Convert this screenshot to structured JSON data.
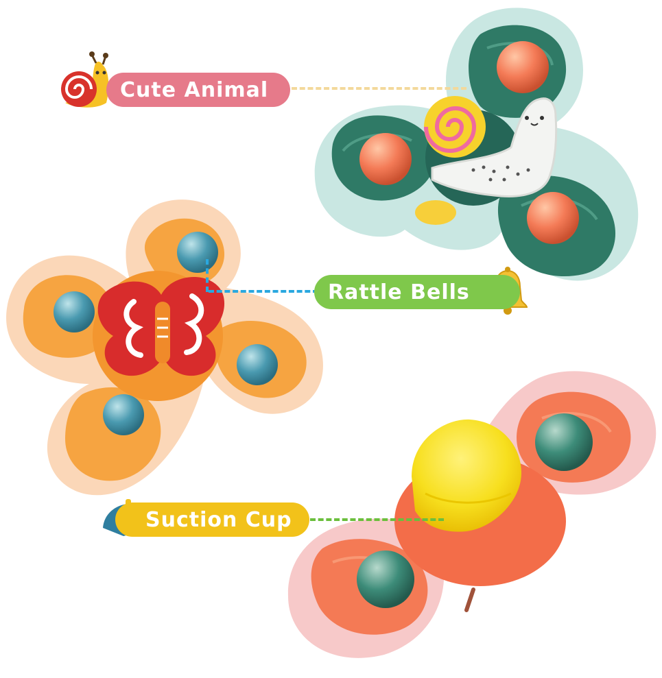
{
  "callouts": {
    "cute_animal": "Cute Animal",
    "rattle_bells": "Rattle Bells",
    "suction_cup": "Suction Cup"
  },
  "colors": {
    "cute_animal_pill": "#e67a8a",
    "rattle_bells_pill": "#7fc84b",
    "suction_cup_pill": "#f2c21a",
    "cute_animal_line": "#f3d99b",
    "rattle_bells_line": "#2aa8df",
    "suction_cup_line": "#6bbf3d",
    "green_spinner": "#2f7a66",
    "orange_spinner": "#f6a441",
    "pink_spinner": "#f47a55"
  },
  "icons": [
    "snail-icon",
    "bell-icon",
    "suction-cup-icon"
  ]
}
